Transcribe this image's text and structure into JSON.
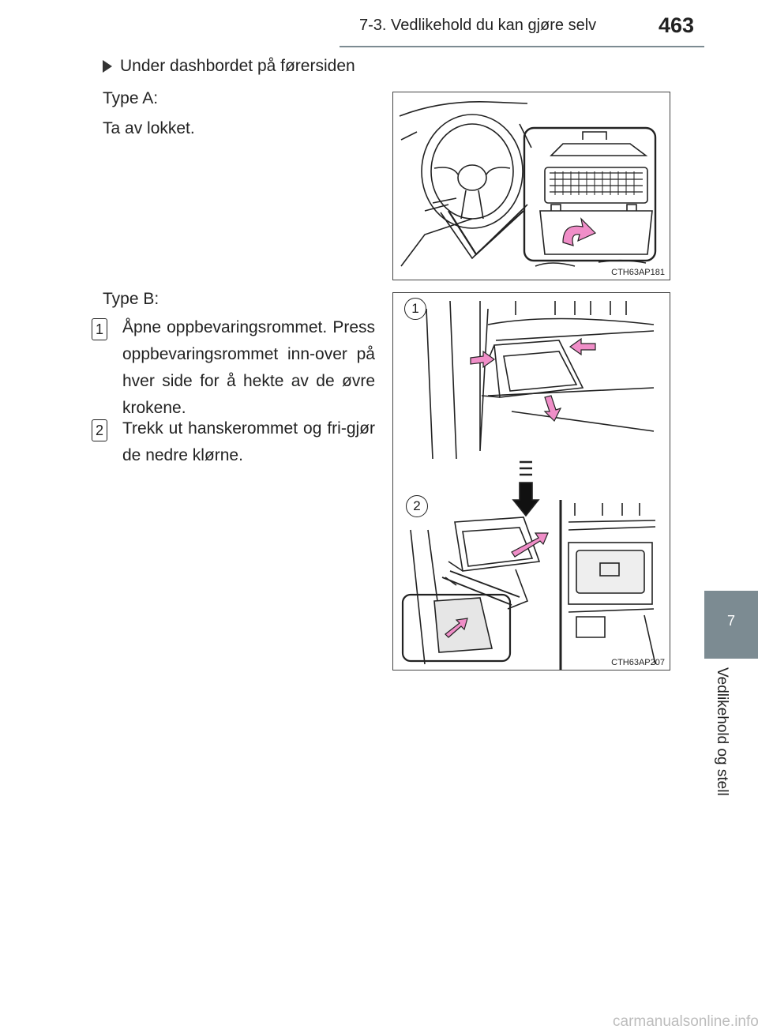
{
  "header": {
    "section": "7-3. Vedlikehold du kan gjøre selv",
    "page_number": "463"
  },
  "heading": "Under dashbordet på førersiden",
  "type_a": {
    "label": "Type A:",
    "instruction": "Ta av lokket."
  },
  "type_b": {
    "label": "Type B:",
    "steps": [
      {
        "num": "1",
        "text": "Åpne oppbevaringsrommet. Press oppbevaringsrommet inn-over på hver side for å hekte av de øvre krokene."
      },
      {
        "num": "2",
        "text": "Trekk ut hanskerommet og fri-gjør de nedre klørne."
      }
    ]
  },
  "figures": {
    "fig_a_code": "CTH63AP181",
    "fig_b_code": "CTH63AP207",
    "fig_b_labels": [
      "1",
      "2"
    ]
  },
  "side_tab": {
    "number": "7",
    "label": "Vedlikehold og stell"
  },
  "watermark": "carmanualsonline.info",
  "colors": {
    "tab_gray": "#7c8b92",
    "arrow_pink": "#f08ec8"
  }
}
